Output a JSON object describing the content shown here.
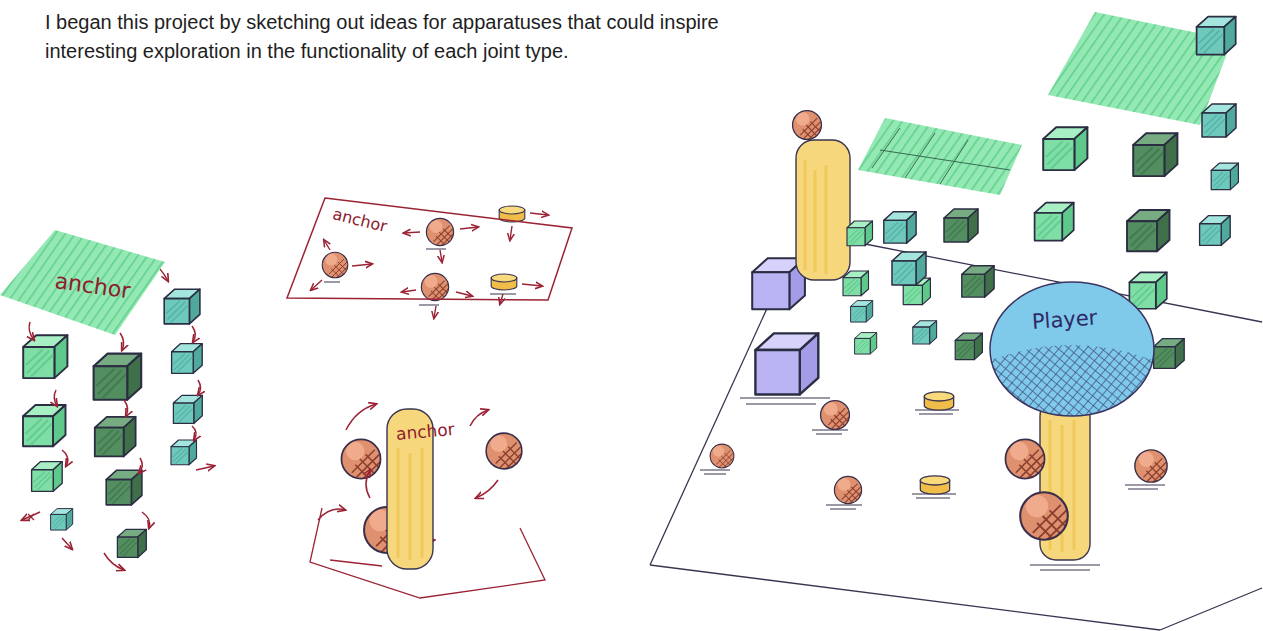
{
  "diagram": {
    "caption": "I began this project by sketching out ideas for apparatuses that could inspire interesting exploration in the functionality of each joint type.",
    "nodes": [
      {
        "text": [
          "anchor"
        ]
      },
      {
        "text": [
          "anchor"
        ]
      },
      {
        "text": [
          "anchor"
        ]
      },
      {
        "text": [
          "Player"
        ]
      }
    ]
  }
}
